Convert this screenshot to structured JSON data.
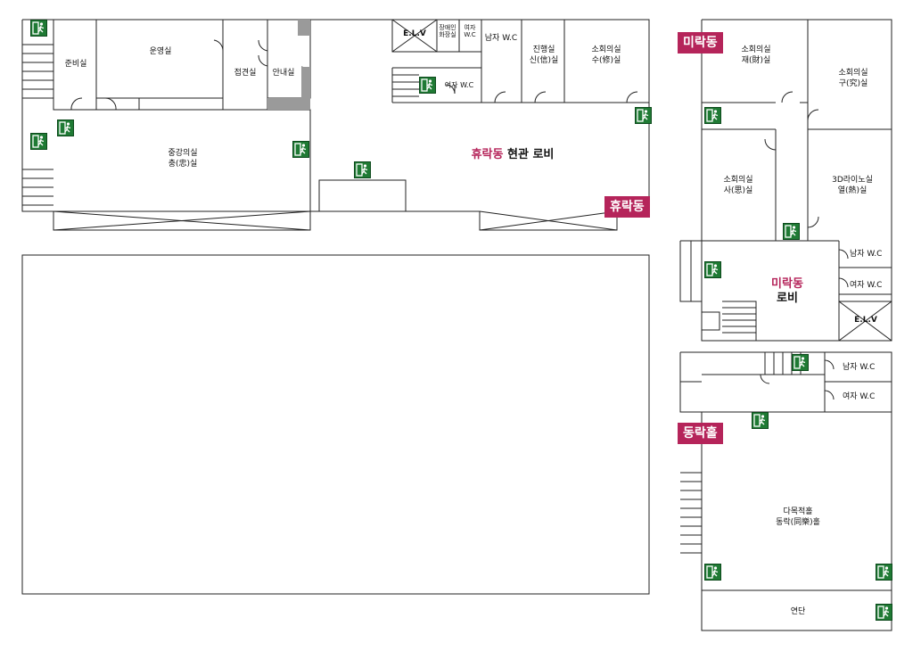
{
  "colors": {
    "accent": "#b5245a",
    "exit_sign": "#1f7a34",
    "line": "#222222",
    "gray_wall": "#9a9a9a"
  },
  "hyurak": {
    "prep_room": "준비실",
    "operations_room": "운영실",
    "reception_room": "접견실",
    "info_room": "안내실",
    "elevator": "E.L.V",
    "accessible_restroom": [
      "장애인",
      "화장실"
    ],
    "womens_wc_small": [
      "여자",
      "W.C"
    ],
    "mens_wc": "남자 W.C",
    "womens_wc": "여자 W.C",
    "progress_room": [
      "진행실",
      "신(信)실"
    ],
    "meeting_room_su": [
      "소회의실",
      "수(修)실"
    ],
    "main_meeting_room": [
      "중강의실",
      "충(忠)실"
    ],
    "lobby_accent": "휴락동",
    "lobby_rest": " 현관 로비",
    "badge": "휴락동"
  },
  "mirak": {
    "badge": "미락동",
    "meeting_room_jae": [
      "소회의실",
      "재(財)실"
    ],
    "meeting_room_gu": [
      "소회의실",
      "구(究)실"
    ],
    "meeting_room_sa": [
      "소회의실",
      "사(思)실"
    ],
    "lab_room": [
      "3D라이노실",
      "열(熱)실"
    ],
    "mens_wc": "남자 W.C",
    "womens_wc": "여자 W.C",
    "lobby_accent": "미락동",
    "lobby_rest": "로비",
    "elevator": "E.L.V"
  },
  "dongrak": {
    "badge": "동락홀",
    "mens_wc": "남자 W.C",
    "womens_wc": "여자 W.C",
    "hall": [
      "다목적홀",
      "동락(同樂)홀"
    ],
    "stage": "연단"
  },
  "icons": [
    "emergency-exit-icon",
    "door-swing-icon",
    "stairs-icon",
    "elevator-icon"
  ]
}
